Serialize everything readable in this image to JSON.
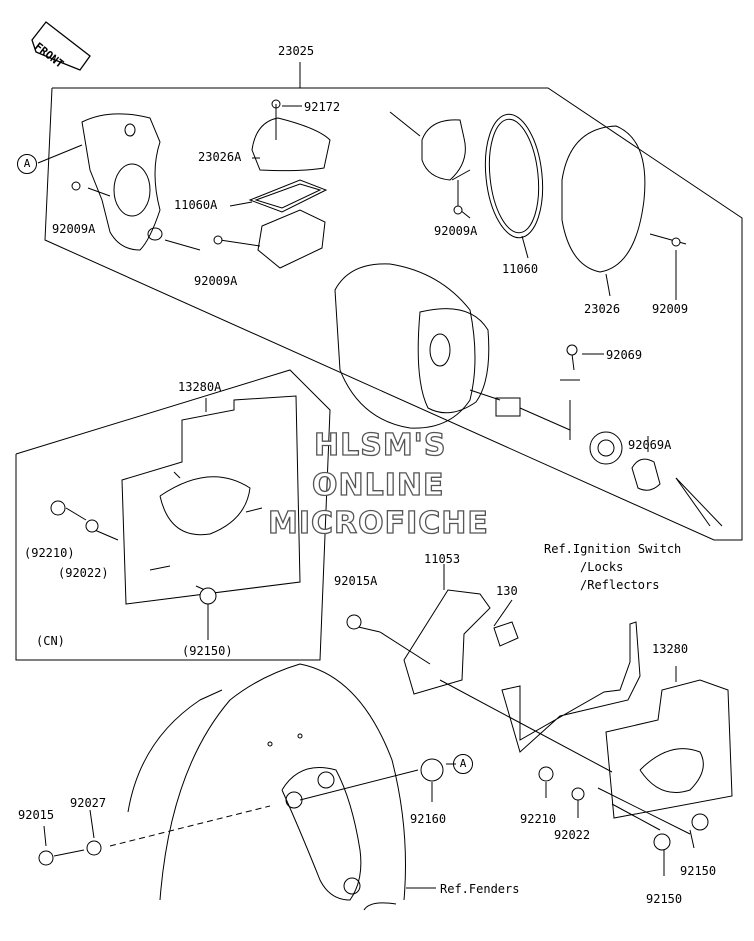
{
  "front_tag": "FRONT",
  "watermark": {
    "line1": "HLSM'S",
    "line2": "ONLINE",
    "line3": "MICROFICHE"
  },
  "callout_a": "A",
  "parts": {
    "p23025": "23025",
    "p92172": "92172",
    "p23026A": "23026A",
    "p11060A": "11060A",
    "p92009A_1": "92009A",
    "p92009A_2": "92009A",
    "p92009A_3": "92009A",
    "p11060": "11060",
    "p23026": "23026",
    "p92009": "92009",
    "p92069": "92069",
    "p92069A": "92069A",
    "p13280A": "13280A",
    "p92210_cn": "(92210)",
    "p92022_cn": "(92022)",
    "p92150_cn": "(92150)",
    "cn": "(CN)",
    "p11053": "11053",
    "p92015A": "92015A",
    "p130": "130",
    "p13280": "13280",
    "p92160": "92160",
    "p92210": "92210",
    "p92022": "92022",
    "p92150_1": "92150",
    "p92150_2": "92150",
    "p92015": "92015",
    "p92027": "92027"
  },
  "refs": {
    "ignition_1": "Ref.Ignition Switch",
    "ignition_2": "/Locks",
    "ignition_3": "/Reflectors",
    "fenders": "Ref.Fenders"
  }
}
